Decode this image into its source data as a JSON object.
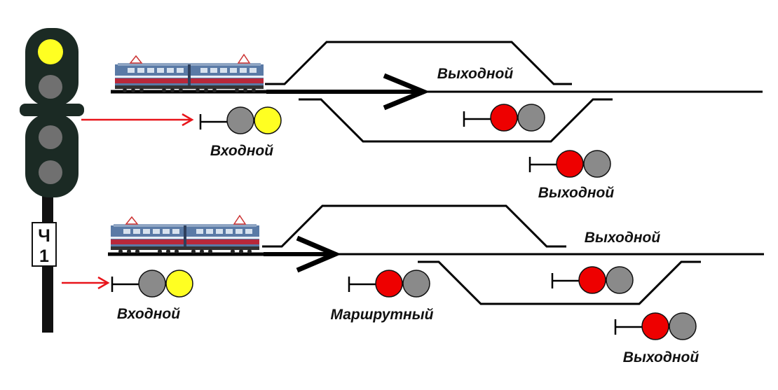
{
  "colors": {
    "lit_yellow": "#ffff22",
    "lit_red": "#ee0000",
    "unlit": "#8a8a8a",
    "signal_body": "#1b2a24",
    "pointer_arrow": "#e8141a",
    "rail": "#000000"
  },
  "mast_signal": {
    "plate_line1": "Ч",
    "plate_line2": "1",
    "lamps": [
      "yellow",
      "off",
      "off",
      "off"
    ]
  },
  "scheme_top": {
    "entrance": {
      "label": "Входной",
      "lamps": [
        "off",
        "yellow"
      ]
    },
    "exit_main": {
      "label": "Выходной",
      "lamps": [
        "red",
        "off"
      ]
    },
    "exit_side": {
      "label": "Выходной",
      "lamps": [
        "red",
        "off"
      ]
    }
  },
  "scheme_bottom": {
    "entrance": {
      "label": "Входной",
      "lamps": [
        "off",
        "yellow"
      ]
    },
    "route": {
      "label": "Маршрутный",
      "lamps": [
        "red",
        "off"
      ]
    },
    "exit_main": {
      "label": "Выходной",
      "lamps": [
        "red",
        "off"
      ]
    },
    "exit_side": {
      "label": "Выходной",
      "lamps": [
        "red",
        "off"
      ]
    }
  }
}
